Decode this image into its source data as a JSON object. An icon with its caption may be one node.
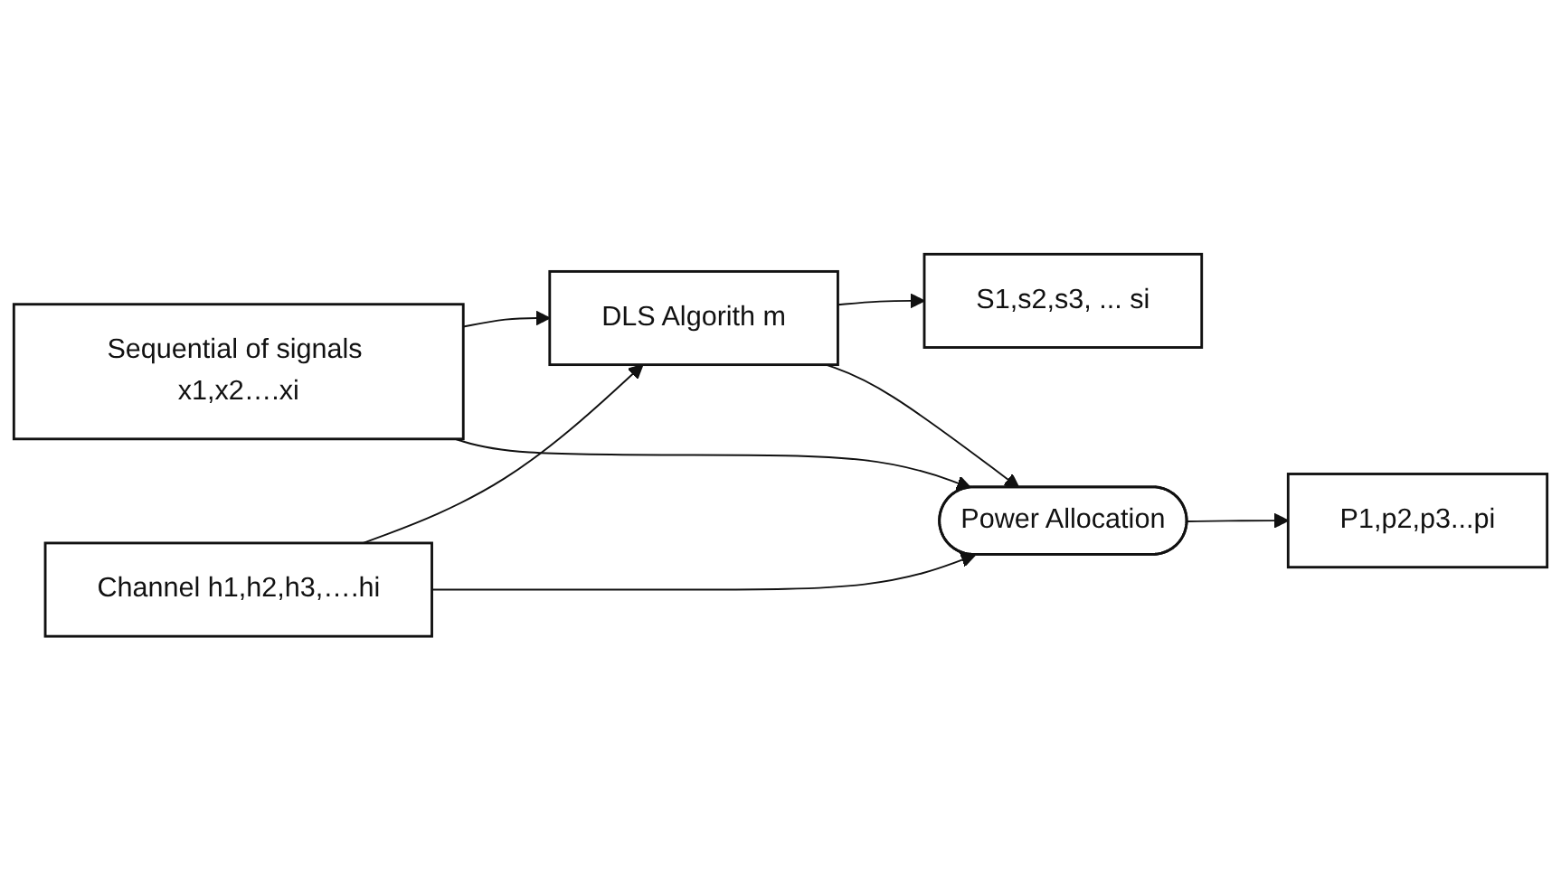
{
  "diagram": {
    "nodes": [
      {
        "text": [
          "Sequential of signals x1,x2….xi"
        ]
      },
      {
        "text": [
          "DLS Algorith m"
        ]
      },
      {
        "text": [
          "S1,s2,s3, ... si"
        ]
      },
      {
        "text": [
          "Channel h1,h2,h3,….hi"
        ]
      },
      {
        "text": [
          "Power Allocation"
        ]
      },
      {
        "text": [
          "P1,p2,p3...pi"
        ]
      }
    ],
    "edges": [
      {
        "from": 0,
        "to": 1,
        "arrow": "to"
      },
      {
        "from": 0,
        "to": 4,
        "arrow": "to"
      },
      {
        "from": 3,
        "to": 1,
        "arrow": "to"
      },
      {
        "from": 3,
        "to": 4,
        "arrow": "to"
      },
      {
        "from": 1,
        "to": 2,
        "arrow": "to"
      },
      {
        "from": 1,
        "to": 4,
        "arrow": "to"
      },
      {
        "from": 4,
        "to": 5,
        "arrow": "to"
      }
    ]
  }
}
